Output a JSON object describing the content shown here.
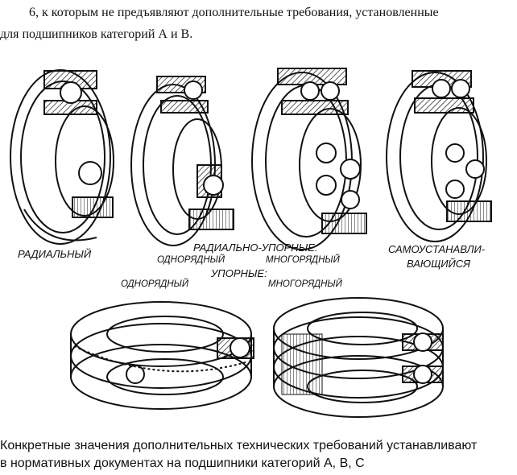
{
  "text": {
    "top_paragraph_line1": "6, к которым не предъявляют дополнительные требования, установленные",
    "top_paragraph_line2": "для подшипников категорий А и В.",
    "bottom_paragraph_line1": "Конкретные значения дополнительных технических требований устанавливают",
    "bottom_paragraph_line2": "в нормативных документах на подшипники категорий А, В, С"
  },
  "figure": {
    "labels": {
      "radial": "РАДИАЛЬНЫЙ",
      "radial_thrust": "РАДИАЛЬНО-УПОРНЫЕ:",
      "radial_thrust_single": "ОДНОРЯДНЫЙ",
      "radial_thrust_multi": "МНОГОРЯДНЫЙ",
      "self_aligning_line1": "САМОУСТАНАВЛИ-",
      "self_aligning_line2": "ВАЮЩИЙСЯ",
      "thrust": "УПОРНЫЕ:",
      "thrust_single": "ОДНОРЯДНЫЙ",
      "thrust_multi": "МНОГОРЯДНЫЙ"
    }
  }
}
